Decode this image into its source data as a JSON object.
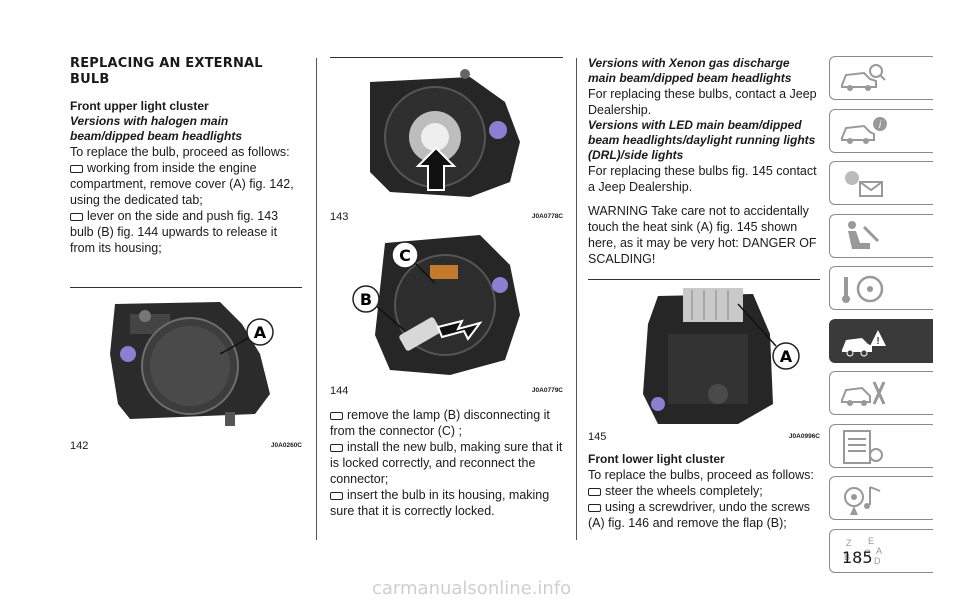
{
  "page_number": "185",
  "watermark": "carmanualsonline.info",
  "col1": {
    "heading": "REPLACING AN EXTERNAL BULB",
    "sub1": "Front upper light cluster",
    "sub2": "Versions with halogen main beam/dipped beam headlights",
    "intro": "To replace the bulb, proceed as follows:",
    "bullets": [
      "working from inside the engine compartment, remove cover (A) fig. 142, using the dedicated tab;",
      "lever on the side and push fig. 143 bulb (B) fig. 144 upwards to release it from its housing;"
    ],
    "fig": {
      "number": "142",
      "code": "J0A0260C",
      "label": "A"
    }
  },
  "col2": {
    "fig143": {
      "number": "143",
      "code": "J0A0778C"
    },
    "fig144": {
      "number": "144",
      "code": "J0A0779C",
      "label_b": "B",
      "label_c": "C"
    },
    "bullets": [
      "remove the lamp (B) disconnecting it from the connector (C) ;",
      "install the new bulb, making sure that it is locked correctly, and reconnect the connector;",
      "insert the bulb in its housing, making sure that it is correctly locked."
    ]
  },
  "col3": {
    "sub1": "Versions with Xenon gas discharge main beam/dipped beam headlights",
    "p1": "For replacing these bulbs, contact a Jeep Dealership.",
    "sub2": "Versions with LED main beam/dipped beam headlights/daylight running lights (DRL)/side lights",
    "p2": "For replacing these bulbs fig. 145 contact a Jeep Dealership.",
    "warning": "WARNING Take care not to accidentally touch the heat sink (A) fig. 145 shown here, as it may be very hot: DANGER OF SCALDING!",
    "fig": {
      "number": "145",
      "code": "J0A0996C",
      "label": "A"
    },
    "sub3": "Front lower light cluster",
    "intro": "To replace the bulbs, proceed as follows:",
    "bullets": [
      "steer the wheels completely;",
      "using a screwdriver, undo the screws (A) fig. 146 and remove the flap (B);"
    ]
  },
  "tabs": [
    {
      "icon": "car-search-icon"
    },
    {
      "icon": "car-info-icon"
    },
    {
      "icon": "warning-light-envelope-icon"
    },
    {
      "icon": "seat-airbag-icon"
    },
    {
      "icon": "steering-wheel-icon"
    },
    {
      "icon": "car-emergency-icon"
    },
    {
      "icon": "car-tools-icon"
    },
    {
      "icon": "specs-list-icon"
    },
    {
      "icon": "multimedia-icon"
    },
    {
      "icon": "alphabetical-index-icon"
    }
  ]
}
